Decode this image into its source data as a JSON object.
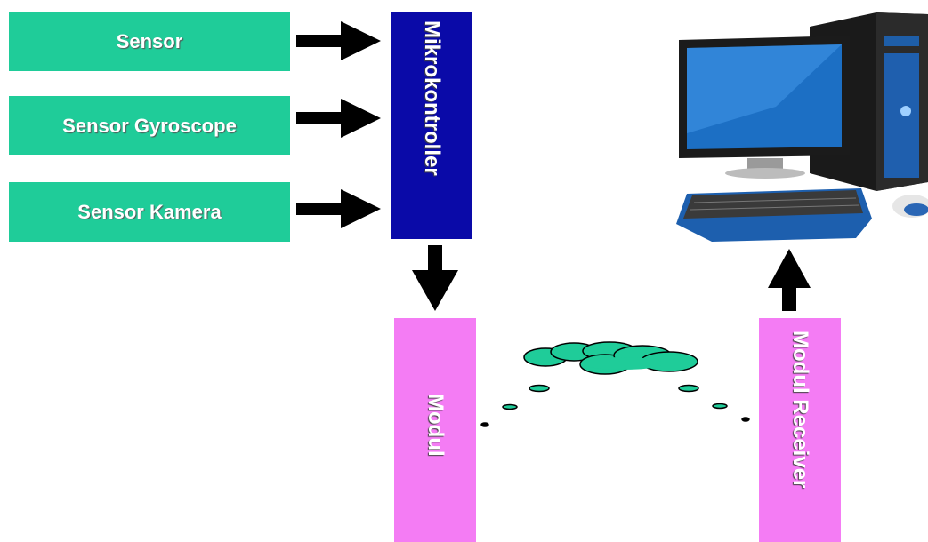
{
  "colors": {
    "sensor": "#1fcc99",
    "mcu": "#0a0aa8",
    "module": "#f47cf4",
    "cloud": "#1fcc99",
    "arrow": "#000000"
  },
  "sensors": [
    {
      "label": "Sensor"
    },
    {
      "label": "Sensor Gyroscope"
    },
    {
      "label": "Sensor Kamera"
    }
  ],
  "mcu": {
    "label": "Mikrokontroller"
  },
  "module_tx": {
    "label": "Modul"
  },
  "module_rx": {
    "label": "Modul Receiver"
  },
  "computer": {
    "icon": "desktop-computer-icon"
  }
}
